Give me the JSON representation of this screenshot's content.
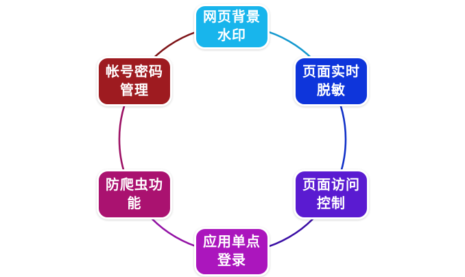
{
  "diagram": {
    "type": "cycle",
    "accent_white": "#ffffff",
    "text_color": "#ffffff",
    "nodes": [
      {
        "id": "web-background-watermark",
        "label": "网页背景水印",
        "line1": "网页背景",
        "line2": "水印",
        "color": "#18B5EC"
      },
      {
        "id": "page-realtime-masking",
        "label": "页面实时脱敏",
        "line1": "页面实时",
        "line2": "脱敏",
        "color": "#0E35DB"
      },
      {
        "id": "page-access-control",
        "label": "页面访问控制",
        "line1": "页面访问",
        "line2": "控制",
        "color": "#5A1BD1"
      },
      {
        "id": "app-single-sign-on",
        "label": "应用单点登录",
        "line1": "应用单点",
        "line2": "登录",
        "color": "#AB16BD"
      },
      {
        "id": "anti-crawler-function",
        "label": "防爬虫功能",
        "line1": "防爬虫功",
        "line2": "能",
        "color": "#AA1270"
      },
      {
        "id": "account-password-mgmt",
        "label": "帐号密码管理",
        "line1": "帐号密码",
        "line2": "管理",
        "color": "#9E1B20"
      }
    ],
    "connectors": [
      {
        "from": "网页背景水印",
        "to": "页面实时脱敏",
        "color": "#1599CF"
      },
      {
        "from": "页面实时脱敏",
        "to": "页面访问控制",
        "color": "#1030C8"
      },
      {
        "from": "页面访问控制",
        "to": "应用单点登录",
        "color": "#3B0FA5"
      },
      {
        "from": "应用单点登录",
        "to": "防爬虫功能",
        "color": "#9312A5"
      },
      {
        "from": "防爬虫功能",
        "to": "帐号密码管理",
        "color": "#9C0F63"
      },
      {
        "from": "帐号密码管理",
        "to": "网页背景水印",
        "color": "#7E1418"
      }
    ]
  }
}
